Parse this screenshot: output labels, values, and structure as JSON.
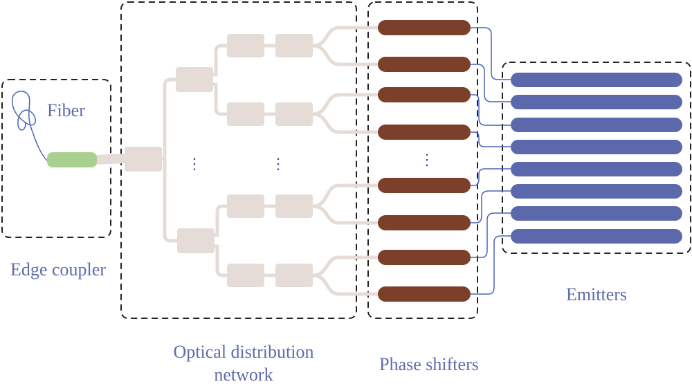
{
  "labels": {
    "fiber": "Fiber",
    "edge_coupler": "Edge coupler",
    "odn_line1": "Optical distribution",
    "odn_line2": "network",
    "phase_shifters": "Phase shifters",
    "emitters": "Emitters"
  },
  "ellipsis": "⋮",
  "counts": {
    "phase_shifters_shown": 8,
    "emitters_shown": 8
  },
  "colors": {
    "label_text": "#5f6bab",
    "fiber_line": "#4a63b5",
    "coupler_green": "#a9d08e",
    "splitter_beige": "#e6dcd7",
    "phase_shifter_brown": "#7b3f2a",
    "emitter_blue": "#5b69ac",
    "box_border": "#222222",
    "ellipsis_dots": "#3d4f9c"
  }
}
